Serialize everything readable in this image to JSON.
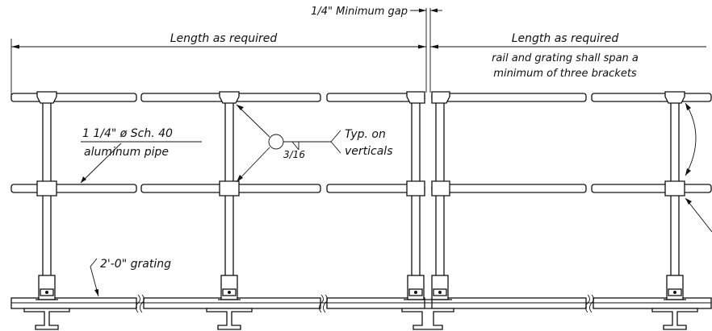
{
  "labels": {
    "gap": "1/4\" Minimum gap",
    "length_left": "Length as required",
    "length_right": "Length as required",
    "span_note_line1": "rail and grating shall span a",
    "span_note_line2": "minimum of three brackets",
    "pipe_line1": "1 1/4\" ø Sch. 40",
    "pipe_line2": "aluminum pipe",
    "weld_size": "3/16",
    "weld_note_line1": "Typ. on",
    "weld_note_line2": "verticals",
    "grating": "2'-0\" grating"
  }
}
